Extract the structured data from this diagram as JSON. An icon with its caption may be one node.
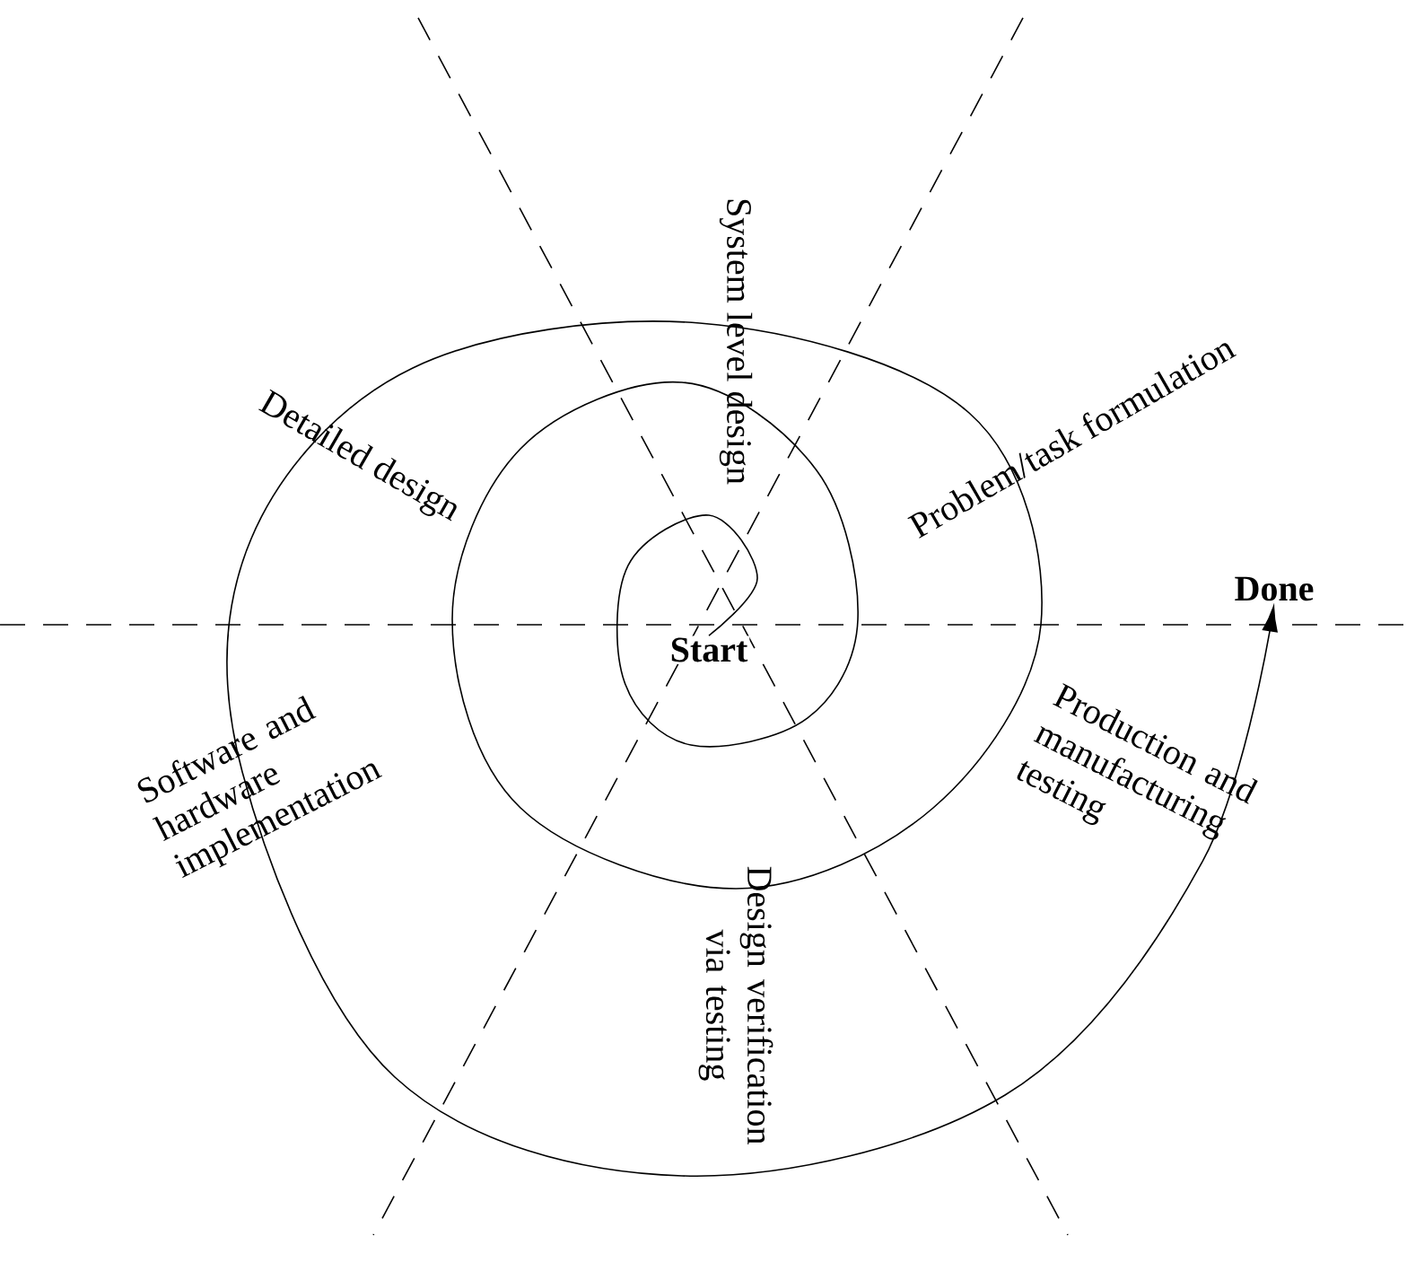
{
  "diagram": {
    "nodes": [
      {
        "text": [
          "Start"
        ]
      },
      {
        "text": [
          "Done"
        ]
      }
    ],
    "edges": [
      {
        "from": 0,
        "to": 1,
        "arrow": "to"
      }
    ],
    "labels": [
      "System level design",
      "Problem/task formulation",
      "Detailed design",
      "Production and manufacturing testing",
      "Software and hardware implementation",
      "Design verification via testing"
    ]
  }
}
